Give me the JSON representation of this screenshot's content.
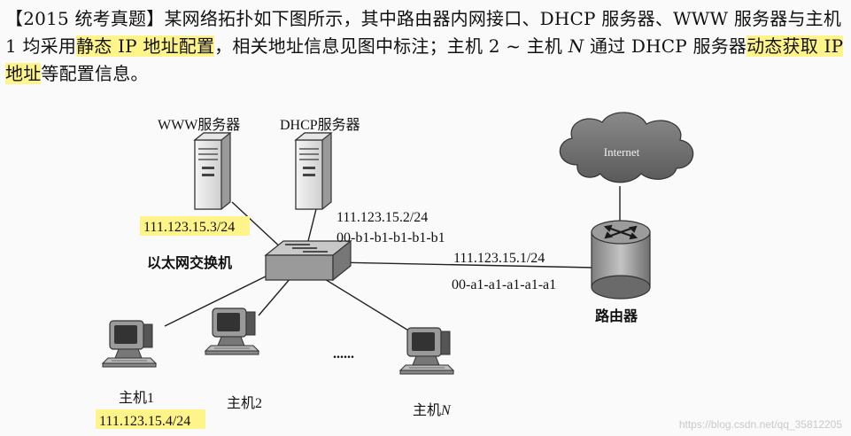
{
  "prose": {
    "p1": "【2015 统考真题】某网络拓扑如下图所示，其中路由器内网接口、DHCP 服务器、WWW 服务器与主机 1 均采用",
    "hl1": "静态 IP 地址配置",
    "p2": "，相关地址信息见图中标注；主机 2 ~ 主机 ",
    "n": "N",
    "p3": " 通过 DHCP 服务器",
    "hl2": "动态获取 IP 地址",
    "p4": "等配置信息。"
  },
  "diagram": {
    "www_server_label": "WWW服务器",
    "dhcp_server_label": "DHCP服务器",
    "www_ip": "111.123.15.3/24",
    "dhcp_ip": "111.123.15.2/24",
    "dhcp_mac": "00-b1-b1-b1-b1-b1",
    "switch_label": "以太网交换机",
    "router_ip": "111.123.15.1/24",
    "router_mac": "00-a1-a1-a1-a1-a1",
    "router_label": "路由器",
    "internet_label": "Internet",
    "host1_label": "主机1",
    "host1_ip": "111.123.15.4/24",
    "host2_label": "主机2",
    "hostn_label": "主机",
    "hostn_n": "N",
    "ellipsis": "......"
  },
  "watermark": "https://blog.csdn.net/qq_35812205"
}
